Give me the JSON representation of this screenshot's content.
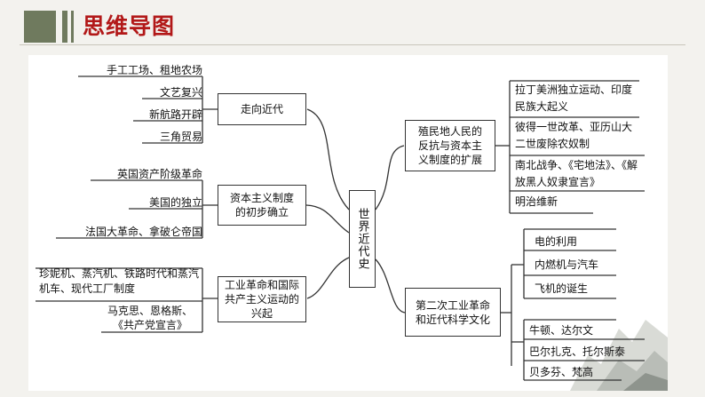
{
  "header": {
    "title": "思维导图"
  },
  "center": {
    "label": "世界近代史"
  },
  "left_branches": [
    {
      "label": "走向近代",
      "leaves": [
        "手工工场、租地农场",
        "文艺复兴",
        "新航路开辟",
        "三角贸易"
      ]
    },
    {
      "label": "资本主义制度的初步确立",
      "leaves": [
        "英国资产阶级革命",
        "美国的独立",
        "法国大革命、拿破仑帝国"
      ]
    },
    {
      "label": "工业革命和国际共产主义运动的兴起",
      "leaves": [
        "珍妮机、蒸汽机、铁路时代和蒸汽机车、现代工厂制度",
        "马克思、恩格斯、《共产党宣言》"
      ]
    }
  ],
  "right_branches": [
    {
      "label": "殖民地人民的反抗与资本主义制度的扩展",
      "leaves": [
        "拉丁美洲独立运动、印度民族大起义",
        "彼得一世改革、亚历山大二世废除农奴制",
        "南北战争、《宅地法》、《解放黑人奴隶宣言》",
        "明治维新"
      ]
    },
    {
      "label": "第二次工业革命和近代科学文化",
      "leaves": [
        "电的利用",
        "内燃机与汽车",
        "飞机的诞生",
        "牛顿、达尔文",
        "巴尔扎克、托尔斯泰",
        "贝多芬、梵高"
      ]
    }
  ],
  "colors": {
    "title": "#b21818",
    "accent_block": "#6f7a5e",
    "line": "#333333"
  }
}
